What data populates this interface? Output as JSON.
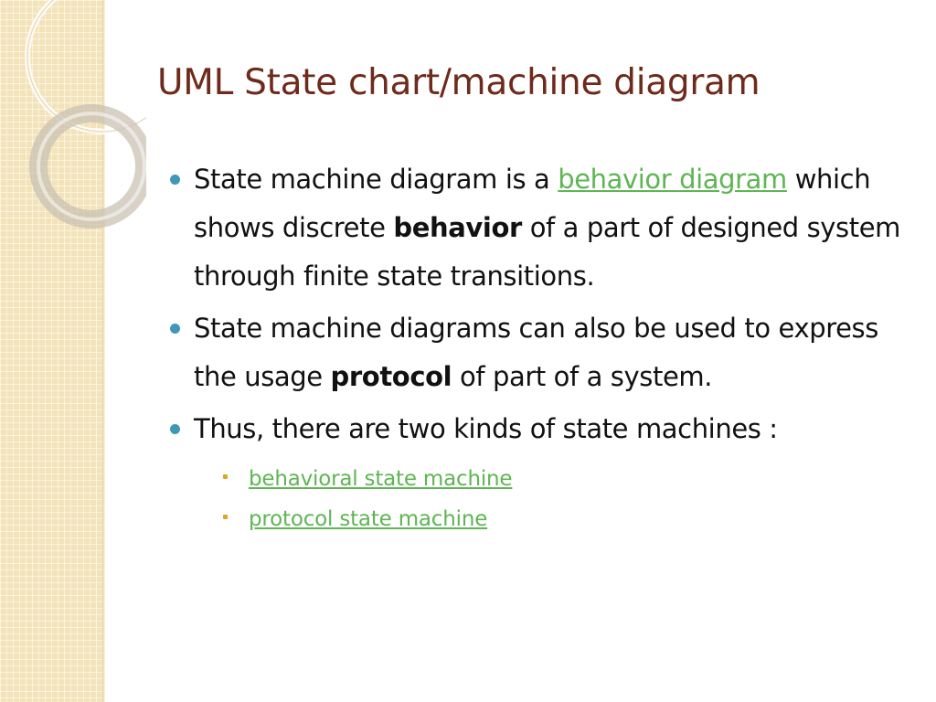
{
  "slide": {
    "title": "UML State chart/machine diagram",
    "bullets": [
      {
        "parts": [
          "State machine diagram is a ",
          "behavior diagram",
          " which shows discrete ",
          "behavior",
          " of a part of designed system through finite state transitions."
        ]
      },
      {
        "parts": [
          "State machine diagrams can also be used to express the usage ",
          "protocol",
          " of part of a system."
        ]
      },
      {
        "parts": [
          "Thus, there are two kinds of state machines :"
        ]
      }
    ],
    "sub_bullets": [
      {
        "label": "behavioral state machine"
      },
      {
        "label": "protocol state machine"
      }
    ]
  },
  "colors": {
    "title": "#6e2a1a",
    "link": "#5fb554",
    "bullet": "#3f98b5",
    "sub_bullet": "#d8a928",
    "side_panel": "#f3e3b9"
  },
  "icons": {
    "side_decoration": "concentric-rings-decoration"
  }
}
